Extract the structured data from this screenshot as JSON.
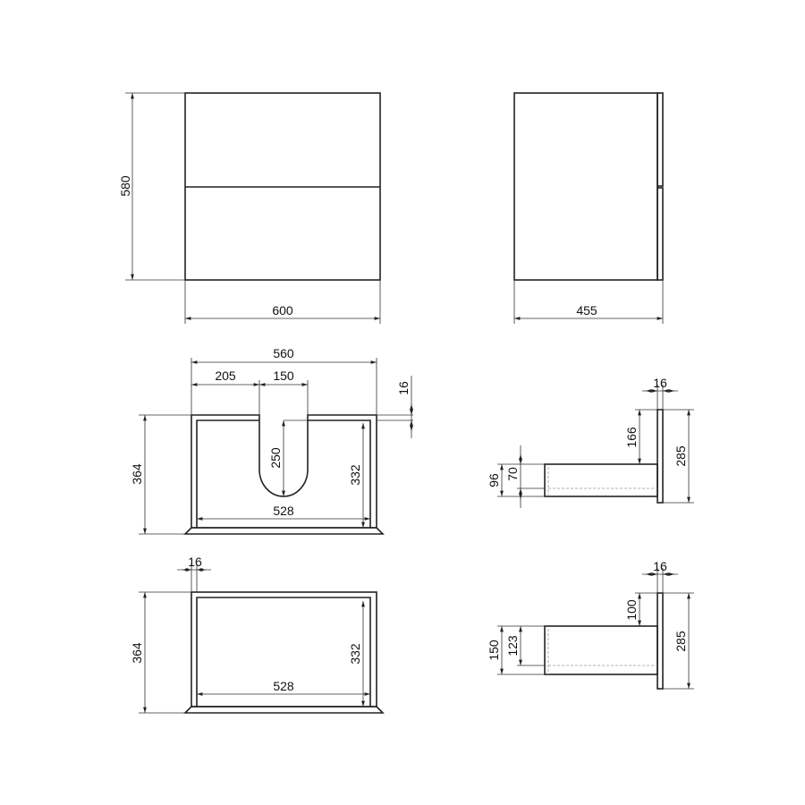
{
  "front_view": {
    "height": "580",
    "width": "600"
  },
  "side_view": {
    "depth": "455"
  },
  "top_section_1": {
    "overall_width": "560",
    "left_offset": "205",
    "notch_width": "150",
    "panel_thickness": "16",
    "overall_depth": "364",
    "notch_depth": "250",
    "inner_depth": "332",
    "inner_width": "528"
  },
  "top_section_2": {
    "panel_thickness": "16",
    "overall_depth": "364",
    "inner_depth": "332",
    "inner_width": "528"
  },
  "drawer_detail_1": {
    "panel_thickness": "16",
    "panel_height": "285",
    "top_offset": "166",
    "drawer_height": "96",
    "inner_height": "70"
  },
  "drawer_detail_2": {
    "panel_thickness": "16",
    "panel_height": "285",
    "top_offset": "100",
    "drawer_height": "150",
    "inner_height": "123"
  }
}
